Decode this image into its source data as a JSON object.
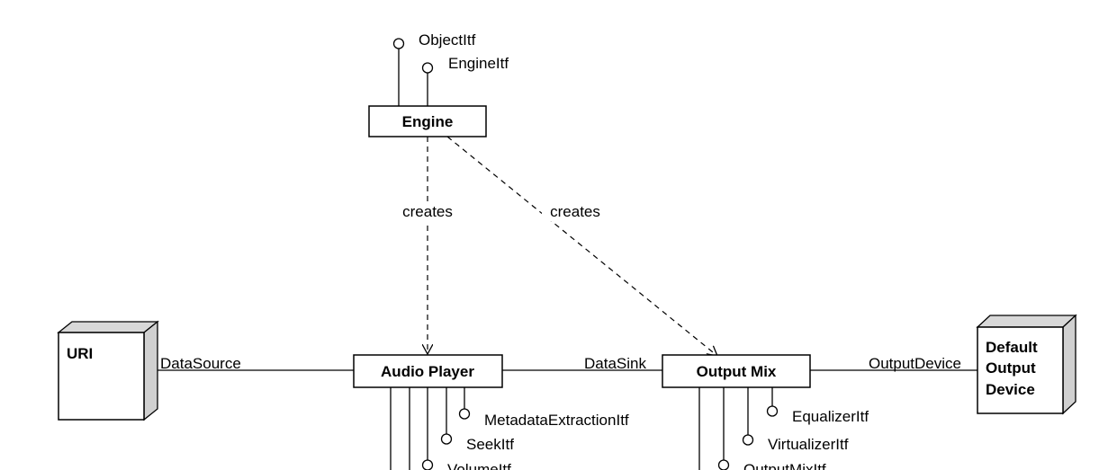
{
  "engine": {
    "title": "Engine",
    "interfaces": [
      "ObjectItf",
      "EngineItf"
    ]
  },
  "relations": {
    "creates_player": "creates",
    "creates_mix": "creates"
  },
  "uri": {
    "title": "URI"
  },
  "data_source": "DataSource",
  "audio_player": {
    "title": "Audio Player",
    "interfaces": [
      "MetadataExtractionItf",
      "SeekItf",
      "VolumeItf"
    ]
  },
  "data_sink": "DataSink",
  "output_mix": {
    "title": "Output Mix",
    "interfaces": [
      "EqualizerItf",
      "VirtualizerItf",
      "OutputMixItf"
    ]
  },
  "output_device_label": "OutputDevice",
  "default_device": {
    "line1": "Default",
    "line2": "Output",
    "line3": "Device"
  }
}
